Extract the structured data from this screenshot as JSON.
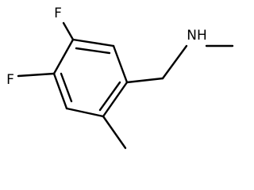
{
  "molecule": {
    "atoms": {
      "f_top": "F",
      "f_left": "F",
      "nh": "NH"
    },
    "colors": {
      "bond": "#000000",
      "label": "#000000",
      "background": "#ffffff"
    }
  }
}
